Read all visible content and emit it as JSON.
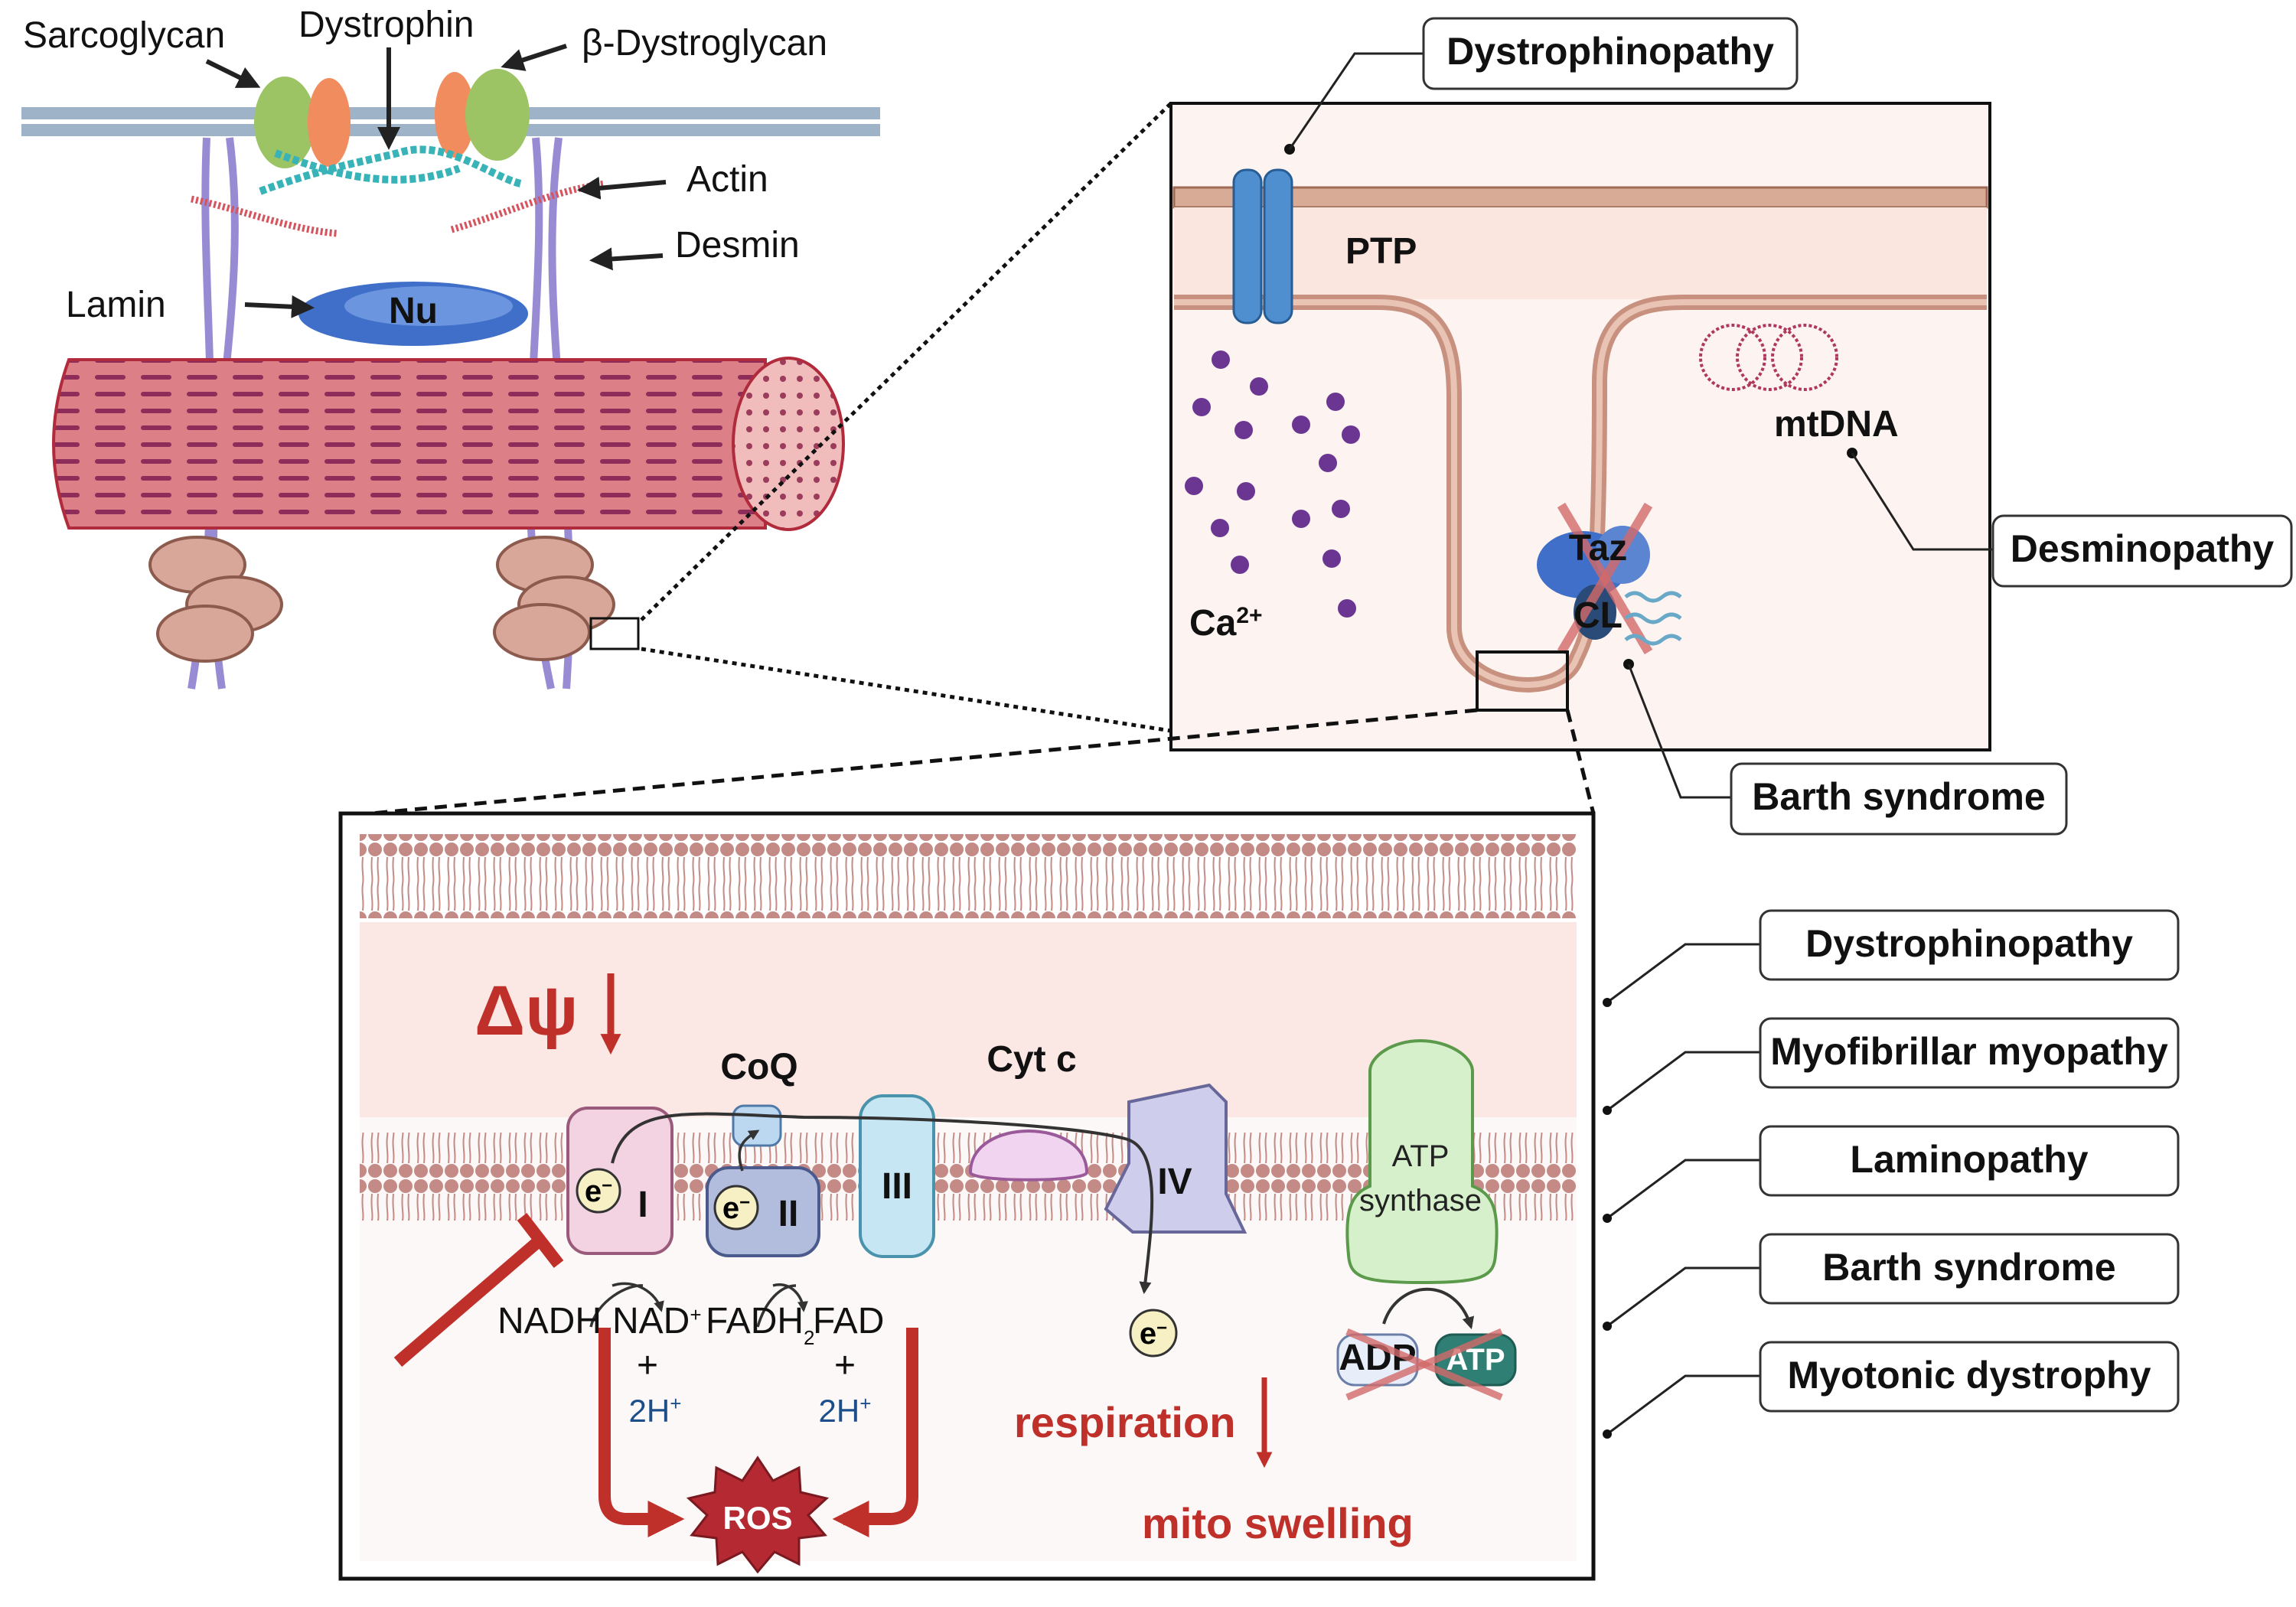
{
  "overview": {
    "sarcoglycan": "Sarcoglycan",
    "dystrophin": "Dystrophin",
    "beta_dystroglycan": "β-Dystroglycan",
    "actin": "Actin",
    "desmin": "Desmin",
    "lamin": "Lamin",
    "nucleus": "Nu"
  },
  "mito": {
    "ptp": "PTP",
    "ca_base": "Ca",
    "ca_sup": "2+",
    "mtdna": "mtDNA",
    "taz": "Taz",
    "cl": "CL"
  },
  "etc": {
    "delta_psi": "Δψ",
    "coq": "CoQ",
    "cytc": "Cyt c",
    "complex_i": "I",
    "complex_ii": "II",
    "complex_iii": "III",
    "complex_iv": "IV",
    "electron": "e",
    "electron_sup": "−",
    "atp_synthase_line1": "ATP",
    "atp_synthase_line2": "synthase",
    "nadh": "NADH",
    "nad_base": "NAD",
    "nad_sup": "+",
    "fadh2_base": "FADH",
    "fadh2_sub": "2",
    "fad": "FAD",
    "plus": "+",
    "two_h_base": "2H",
    "two_h_sup": "+",
    "ros": "ROS",
    "adp": "ADP",
    "atp": "ATP",
    "respiration": "respiration",
    "mito_swelling": "mito swelling"
  },
  "disease_labels": {
    "mito_top": "Dystrophinopathy",
    "mito_right": "Desminopathy",
    "mito_bottom": "Barth syndrome"
  },
  "disease_list": [
    "Dystrophinopathy",
    "Myofibrillar myopathy",
    "Laminopathy",
    "Barth syndrome",
    "Myotonic dystrophy"
  ],
  "colors": {
    "accent_red": "#c0302a",
    "membrane_pink": "#c7907f",
    "nucleus_blue": "#3f6fc9",
    "ptp_blue": "#4f8fd0",
    "etc_blue": "#1c4f8a"
  }
}
